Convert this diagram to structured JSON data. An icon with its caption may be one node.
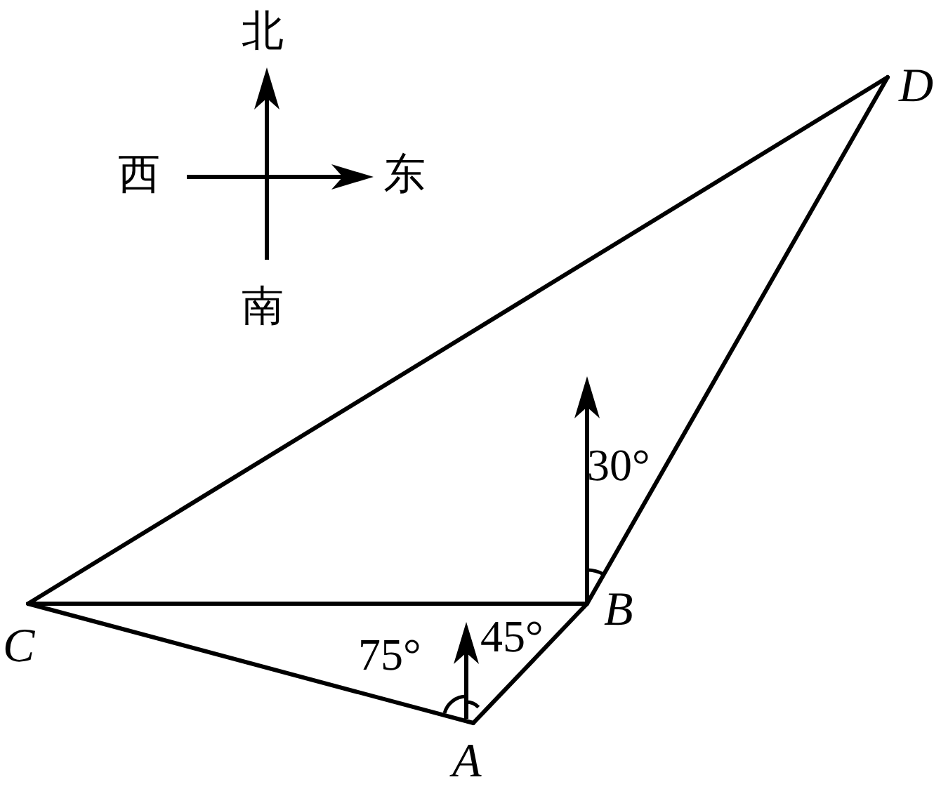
{
  "diagram": {
    "nodes": [
      {
        "text": [
          "A"
        ]
      },
      {
        "text": [
          "B"
        ]
      },
      {
        "text": [
          "C"
        ]
      },
      {
        "text": [
          "D"
        ]
      }
    ],
    "edges": [
      {
        "from": 0,
        "to": 1,
        "arrow": "none"
      },
      {
        "from": 1,
        "to": 2,
        "arrow": "none"
      },
      {
        "from": 2,
        "to": 0,
        "arrow": "none"
      },
      {
        "from": 2,
        "to": 3,
        "arrow": "none"
      },
      {
        "from": 3,
        "to": 1,
        "arrow": "none"
      }
    ],
    "labels": [
      "北",
      "西",
      "东",
      "南",
      "30°",
      "75°",
      "45°"
    ]
  }
}
